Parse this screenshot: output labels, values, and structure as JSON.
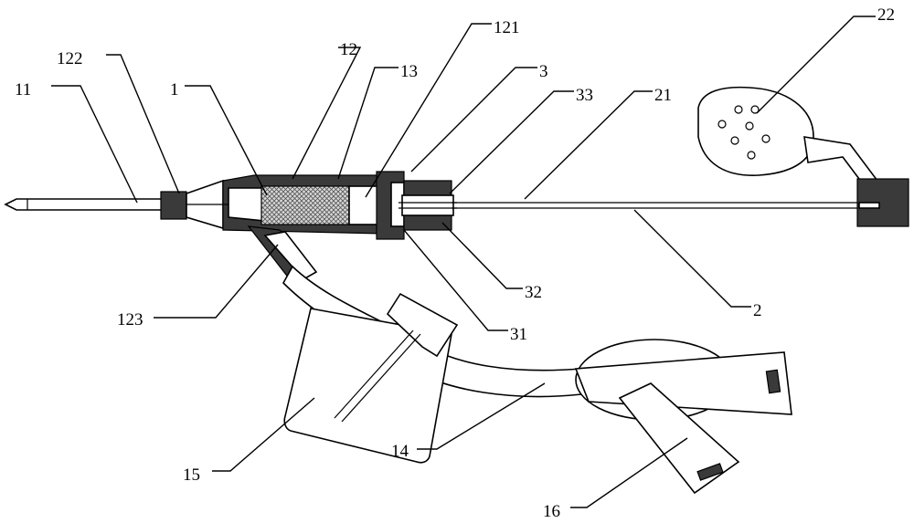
{
  "labels": {
    "l1": "1",
    "l11": "11",
    "l122": "122",
    "l12": "12",
    "l13": "13",
    "l121": "121",
    "l3": "3",
    "l33": "33",
    "l21": "21",
    "l22": "22",
    "l123": "123",
    "l32": "32",
    "l31": "31",
    "l2": "2",
    "l15": "15",
    "l14": "14",
    "l16": "16"
  }
}
